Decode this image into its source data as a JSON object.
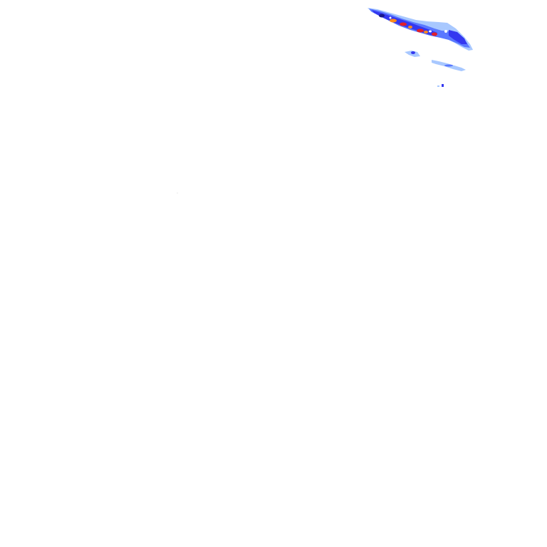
{
  "layer": {
    "type": "precipitation-radar-tile",
    "background": "#ffffff"
  },
  "colors": {
    "light_precip": "#a8c8ff",
    "moderate_light": "#5a78ff",
    "moderate": "#3438f0",
    "heavy_core": "#ff8a1a",
    "very_heavy_core": "#e0202a",
    "outline_dark": "#1a1a8c"
  },
  "echoes": [
    {
      "intensity": "band",
      "description": "main-band"
    },
    {
      "intensity": "light",
      "description": "trailing-cell"
    },
    {
      "intensity": "light",
      "description": "lower-streak"
    },
    {
      "intensity": "light",
      "description": "isolated-speck"
    }
  ]
}
